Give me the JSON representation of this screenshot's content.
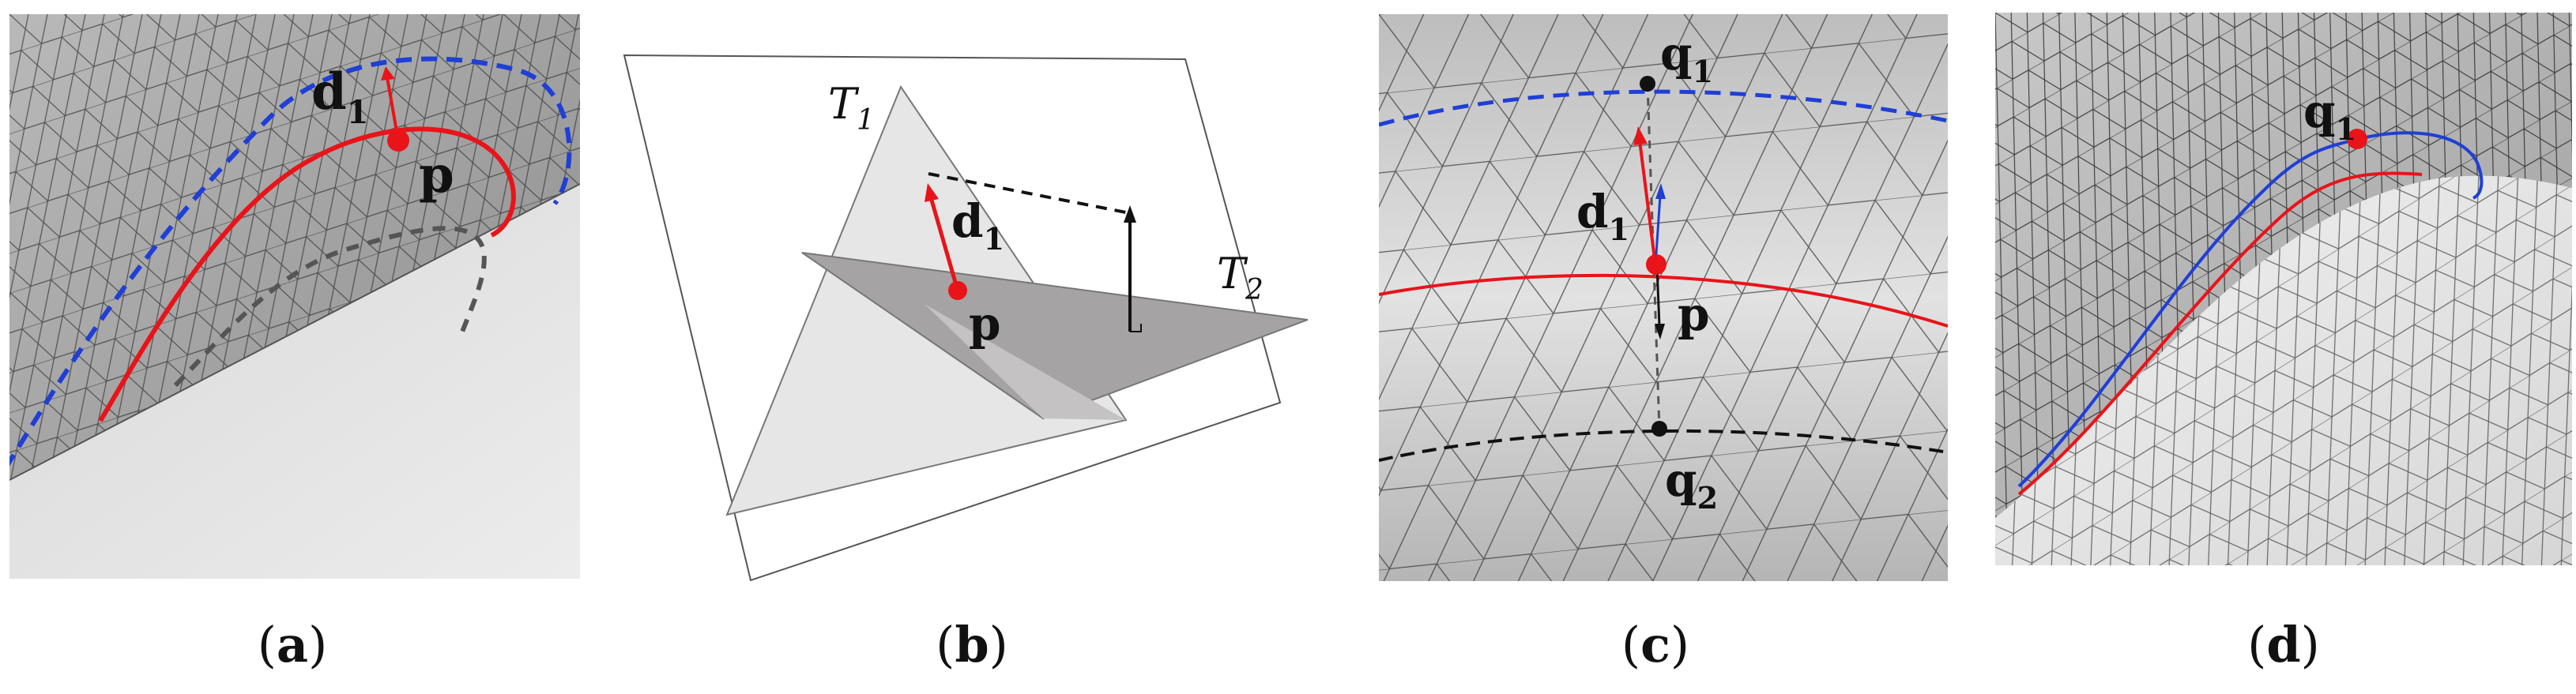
{
  "panels": [
    {
      "id": "a",
      "caption_letter": "a",
      "labels": {
        "vector": "d",
        "vector_sub": "1",
        "point": "p"
      }
    },
    {
      "id": "b",
      "caption_letter": "b",
      "labels": {
        "tri1": "T",
        "tri1_sub": "1",
        "tri2": "T",
        "tri2_sub": "2",
        "vector": "d",
        "vector_sub": "1",
        "point": "p"
      }
    },
    {
      "id": "c",
      "caption_letter": "c",
      "labels": {
        "q_top": "q",
        "q_top_sub": "1",
        "vector": "d",
        "vector_sub": "1",
        "point": "p",
        "q_bot": "q",
        "q_bot_sub": "2"
      }
    },
    {
      "id": "d",
      "caption_letter": "d",
      "labels": {
        "q": "q",
        "q_sub": "1"
      }
    }
  ],
  "colors": {
    "red": "#e8141a",
    "blue": "#1f3fd6",
    "mesh": "#2a2a2a",
    "dark": "#111111"
  }
}
